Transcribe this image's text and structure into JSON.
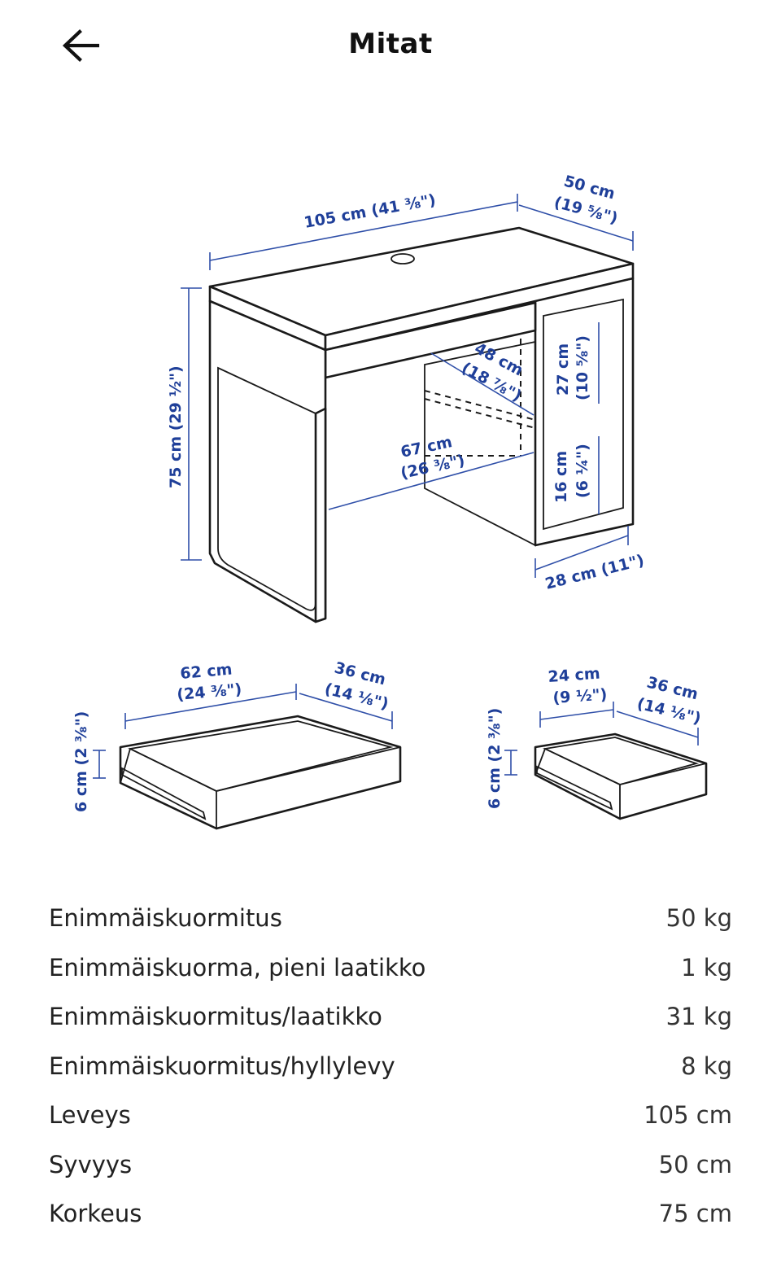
{
  "header": {
    "title": "Mitat"
  },
  "diagram": {
    "desk": {
      "width": "105 cm (41 ⅜\")",
      "depth_cm": "50 cm",
      "depth_in": "(19 ⅝\")",
      "height": "75 cm (29 ½\")",
      "drawer_depth_cm": "48 cm",
      "drawer_depth_in": "(18 ⅞\")",
      "kneespace_cm": "67 cm",
      "kneespace_in": "(26 ⅜\")",
      "shelf_upper_cm": "27 cm",
      "shelf_upper_in": "(10 ⅝\")",
      "shelf_lower_cm": "16 cm",
      "shelf_lower_in": "(6 ¼\")",
      "cabinet_width": "28 cm (11\")"
    },
    "drawer_large": {
      "width_cm": "62 cm",
      "width_in": "(24 ⅜\")",
      "depth_cm": "36 cm",
      "depth_in": "(14 ⅛\")",
      "height": "6 cm (2 ⅜\")"
    },
    "drawer_small": {
      "width_cm": "24 cm",
      "width_in": "(9 ½\")",
      "depth_cm": "36 cm",
      "depth_in": "(14 ⅛\")",
      "height": "6 cm (2 ⅜\")"
    }
  },
  "specs": [
    {
      "label": "Enimmäiskuormitus",
      "value": "50 kg"
    },
    {
      "label": "Enimmäiskuorma, pieni laatikko",
      "value": "1 kg"
    },
    {
      "label": "Enimmäiskuormitus/laatikko",
      "value": "31 kg"
    },
    {
      "label": "Enimmäiskuormitus/hyllylevy",
      "value": "8 kg"
    },
    {
      "label": "Leveys",
      "value": "105 cm"
    },
    {
      "label": "Syvyys",
      "value": "50 cm"
    },
    {
      "label": "Korkeus",
      "value": "75 cm"
    }
  ]
}
